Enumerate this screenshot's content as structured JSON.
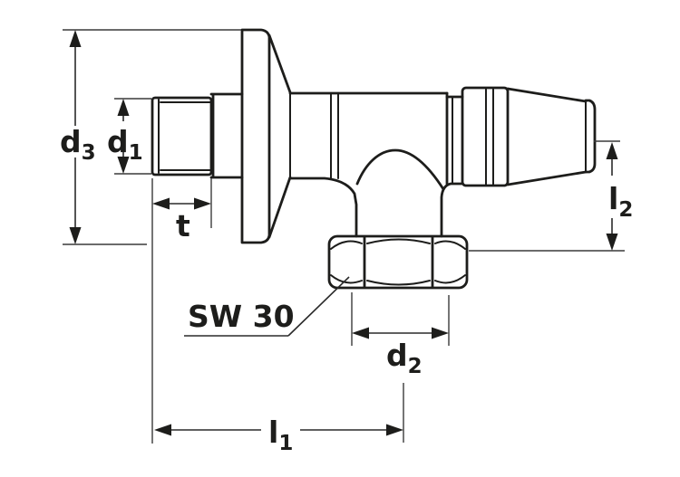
{
  "drawing": {
    "type": "technical-dimension-drawing",
    "subject": "angle-valve",
    "background_color": "#ffffff",
    "line_color": "#1d1d1b",
    "labels": {
      "d3": {
        "base": "d",
        "sub": "3"
      },
      "d1": {
        "base": "d",
        "sub": "1"
      },
      "t": {
        "base": "t",
        "sub": ""
      },
      "sw": {
        "base": "SW 30",
        "sub": ""
      },
      "d2": {
        "base": "d",
        "sub": "2"
      },
      "l1": {
        "base": "l",
        "sub": "1"
      },
      "l2": {
        "base": "l",
        "sub": "2"
      }
    }
  }
}
